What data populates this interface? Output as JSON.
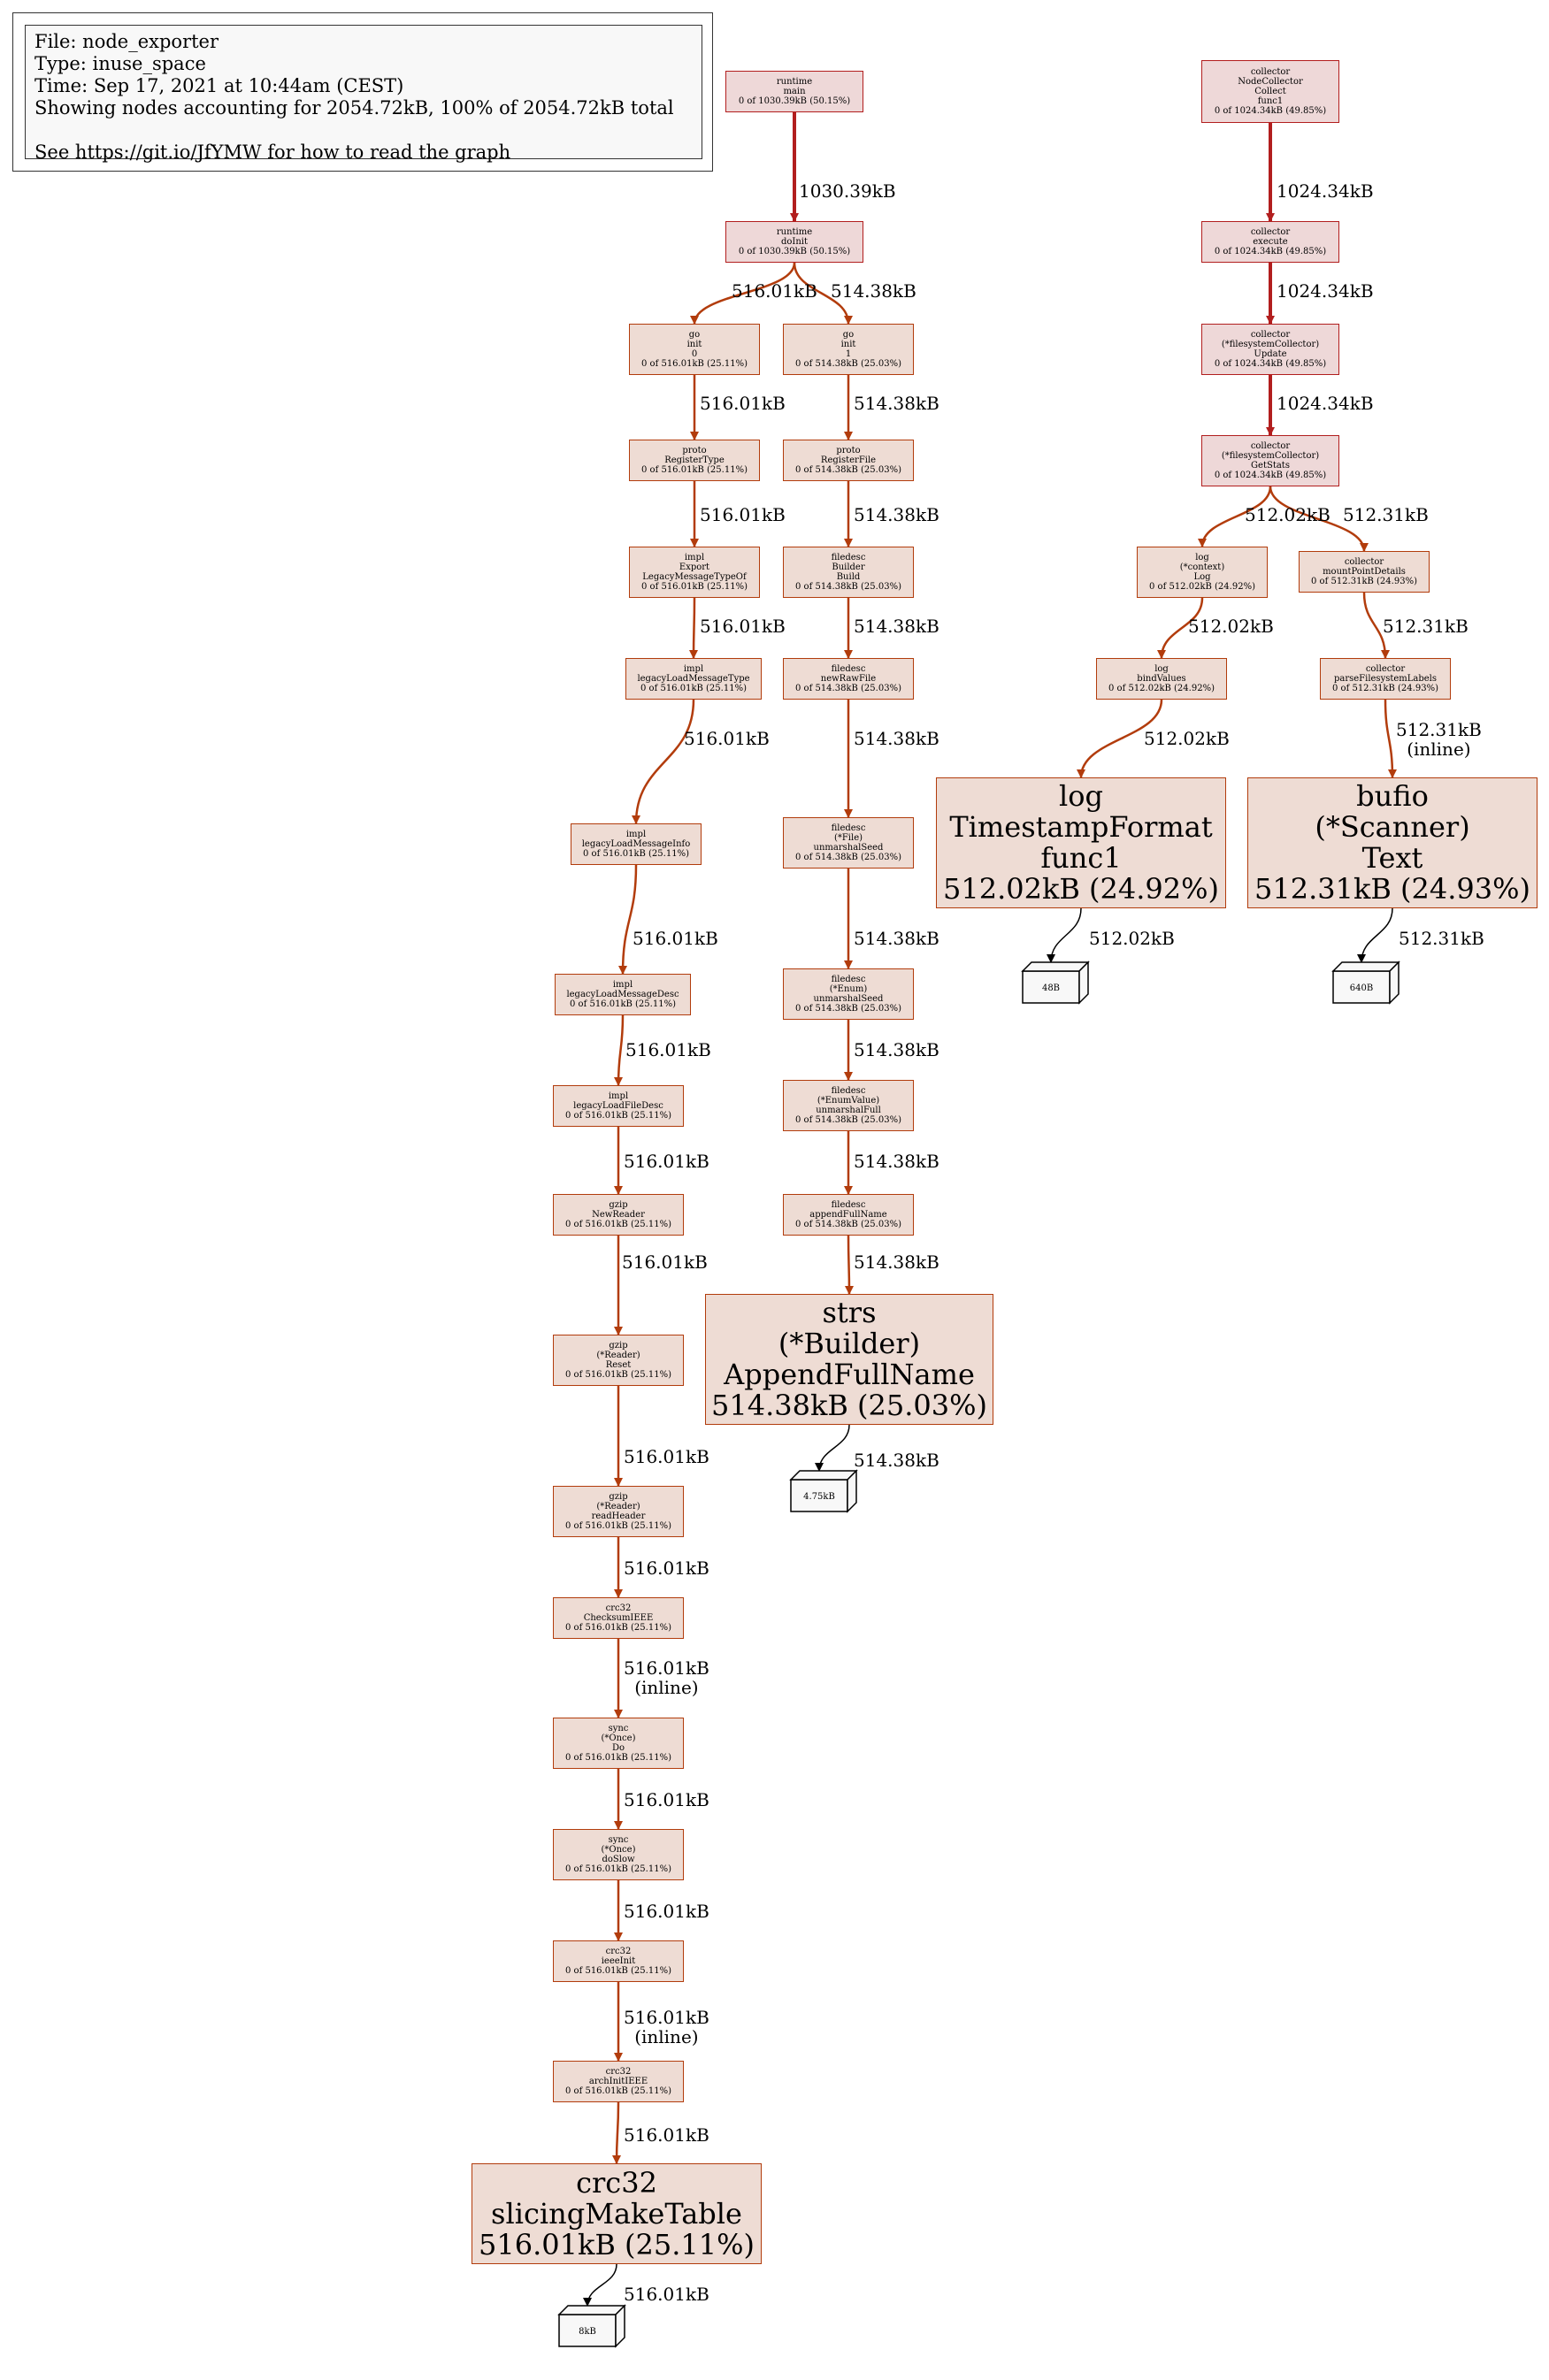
{
  "legend": {
    "file": "File: node_exporter",
    "type": "Type: inuse_space",
    "time": "Time: Sep 17, 2021 at 10:44am (CEST)",
    "showing": "Showing nodes accounting for 2054.72kB, 100% of 2054.72kB total",
    "see": "See https://git.io/JfYMW for how to read the graph"
  },
  "nodes": [
    {
      "id": "runtime_main",
      "lines": [
        "runtime",
        "main",
        "0 of 1030.39kB (50.15%)"
      ]
    },
    {
      "id": "runtime_doInit",
      "lines": [
        "runtime",
        "doInit",
        "0 of 1030.39kB (50.15%)"
      ]
    },
    {
      "id": "go_init0",
      "lines": [
        "go",
        "init",
        "0",
        "0 of 516.01kB (25.11%)"
      ]
    },
    {
      "id": "go_init1",
      "lines": [
        "go",
        "init",
        "1",
        "0 of 514.38kB (25.03%)"
      ]
    },
    {
      "id": "proto_RegisterType",
      "lines": [
        "proto",
        "RegisterType",
        "0 of 516.01kB (25.11%)"
      ]
    },
    {
      "id": "proto_RegisterFile",
      "lines": [
        "proto",
        "RegisterFile",
        "0 of 514.38kB (25.03%)"
      ]
    },
    {
      "id": "impl_Export",
      "lines": [
        "impl",
        "Export",
        "LegacyMessageTypeOf",
        "0 of 516.01kB (25.11%)"
      ]
    },
    {
      "id": "filedesc_Builder",
      "lines": [
        "filedesc",
        "Builder",
        "Build",
        "0 of 514.38kB (25.03%)"
      ]
    },
    {
      "id": "impl_legacyLoadMessageType",
      "lines": [
        "impl",
        "legacyLoadMessageType",
        "0 of 516.01kB (25.11%)"
      ]
    },
    {
      "id": "filedesc_newRawFile",
      "lines": [
        "filedesc",
        "newRawFile",
        "0 of 514.38kB (25.03%)"
      ]
    },
    {
      "id": "impl_legacyLoadMessageInfo",
      "lines": [
        "impl",
        "legacyLoadMessageInfo",
        "0 of 516.01kB (25.11%)"
      ]
    },
    {
      "id": "filedesc_File_unmarshalSeed",
      "lines": [
        "filedesc",
        "(*File)",
        "unmarshalSeed",
        "0 of 514.38kB (25.03%)"
      ]
    },
    {
      "id": "impl_legacyLoadMessageDesc",
      "lines": [
        "impl",
        "legacyLoadMessageDesc",
        "0 of 516.01kB (25.11%)"
      ]
    },
    {
      "id": "filedesc_Enum_unmarshalSeed",
      "lines": [
        "filedesc",
        "(*Enum)",
        "unmarshalSeed",
        "0 of 514.38kB (25.03%)"
      ]
    },
    {
      "id": "impl_legacyLoadFileDesc",
      "lines": [
        "impl",
        "legacyLoadFileDesc",
        "0 of 516.01kB (25.11%)"
      ]
    },
    {
      "id": "filedesc_EnumValue_unmarshalFull",
      "lines": [
        "filedesc",
        "(*EnumValue)",
        "unmarshalFull",
        "0 of 514.38kB (25.03%)"
      ]
    },
    {
      "id": "gzip_NewReader",
      "lines": [
        "gzip",
        "NewReader",
        "0 of 516.01kB (25.11%)"
      ]
    },
    {
      "id": "filedesc_appendFullName",
      "lines": [
        "filedesc",
        "appendFullName",
        "0 of 514.38kB (25.03%)"
      ]
    },
    {
      "id": "strs_AppendFullName",
      "lines": [
        "strs",
        "(*Builder)",
        "AppendFullName",
        "514.38kB (25.03%)"
      ]
    },
    {
      "id": "gzip_Reset",
      "lines": [
        "gzip",
        "(*Reader)",
        "Reset",
        "0 of 516.01kB (25.11%)"
      ]
    },
    {
      "id": "gzip_readHeader",
      "lines": [
        "gzip",
        "(*Reader)",
        "readHeader",
        "0 of 516.01kB (25.11%)"
      ]
    },
    {
      "id": "crc32_ChecksumIEEE",
      "lines": [
        "crc32",
        "ChecksumIEEE",
        "0 of 516.01kB (25.11%)"
      ]
    },
    {
      "id": "sync_Once_Do",
      "lines": [
        "sync",
        "(*Once)",
        "Do",
        "0 of 516.01kB (25.11%)"
      ]
    },
    {
      "id": "sync_Once_doSlow",
      "lines": [
        "sync",
        "(*Once)",
        "doSlow",
        "0 of 516.01kB (25.11%)"
      ]
    },
    {
      "id": "crc32_ieeeInit",
      "lines": [
        "crc32",
        "ieeeInit",
        "0 of 516.01kB (25.11%)"
      ]
    },
    {
      "id": "crc32_archInitIEEE",
      "lines": [
        "crc32",
        "archInitIEEE",
        "0 of 516.01kB (25.11%)"
      ]
    },
    {
      "id": "crc32_slicingMakeTable",
      "lines": [
        "crc32",
        "slicingMakeTable",
        "516.01kB (25.11%)"
      ]
    },
    {
      "id": "collector_func1",
      "lines": [
        "collector",
        "NodeCollector",
        "Collect",
        "func1",
        "0 of 1024.34kB (49.85%)"
      ]
    },
    {
      "id": "collector_execute",
      "lines": [
        "collector",
        "execute",
        "0 of 1024.34kB (49.85%)"
      ]
    },
    {
      "id": "collector_Update",
      "lines": [
        "collector",
        "(*filesystemCollector)",
        "Update",
        "0 of 1024.34kB (49.85%)"
      ]
    },
    {
      "id": "collector_GetStats",
      "lines": [
        "collector",
        "(*filesystemCollector)",
        "GetStats",
        "0 of 1024.34kB (49.85%)"
      ]
    },
    {
      "id": "log_context_Log",
      "lines": [
        "log",
        "(*context)",
        "Log",
        "0 of 512.02kB (24.92%)"
      ]
    },
    {
      "id": "collector_mountPointDetails",
      "lines": [
        "collector",
        "mountPointDetails",
        "0 of 512.31kB (24.93%)"
      ]
    },
    {
      "id": "log_bindValues",
      "lines": [
        "log",
        "bindValues",
        "0 of 512.02kB (24.92%)"
      ]
    },
    {
      "id": "collector_parseFilesystemLabels",
      "lines": [
        "collector",
        "parseFilesystemLabels",
        "0 of 512.31kB (24.93%)"
      ]
    },
    {
      "id": "log_TimestampFormat",
      "lines": [
        "log",
        "TimestampFormat",
        "func1",
        "512.02kB (24.92%)"
      ]
    },
    {
      "id": "bufio_Scanner_Text",
      "lines": [
        "bufio",
        "(*Scanner)",
        "Text",
        "512.31kB (24.93%)"
      ]
    }
  ],
  "edges": [
    {
      "id": "e_main_doInit",
      "label": "1030.39kB"
    },
    {
      "id": "e_doInit_init0",
      "label": "516.01kB"
    },
    {
      "id": "e_doInit_init1",
      "label": "514.38kB"
    },
    {
      "id": "e_init0_regType",
      "label": "516.01kB"
    },
    {
      "id": "e_regType_export",
      "label": "516.01kB"
    },
    {
      "id": "e_export_lmt",
      "label": "516.01kB"
    },
    {
      "id": "e_lmt_lmi",
      "label": "516.01kB"
    },
    {
      "id": "e_lmi_lmd",
      "label": "516.01kB"
    },
    {
      "id": "e_lmd_lfd",
      "label": "516.01kB"
    },
    {
      "id": "e_lfd_gnr",
      "label": "516.01kB"
    },
    {
      "id": "e_gnr_reset",
      "label": "516.01kB"
    },
    {
      "id": "e_reset_rh",
      "label": "516.01kB"
    },
    {
      "id": "e_rh_cks",
      "label": "516.01kB"
    },
    {
      "id": "e_cks_do",
      "label": "516.01kB",
      "label2": "(inline)"
    },
    {
      "id": "e_do_doslow",
      "label": "516.01kB"
    },
    {
      "id": "e_doslow_ieee",
      "label": "516.01kB"
    },
    {
      "id": "e_ieee_arch",
      "label": "516.01kB",
      "label2": "(inline)"
    },
    {
      "id": "e_arch_slicing",
      "label": "516.01kB"
    },
    {
      "id": "e_slicing_cube",
      "label": "516.01kB"
    },
    {
      "id": "e_init1_regFile",
      "label": "514.38kB"
    },
    {
      "id": "e_regFile_build",
      "label": "514.38kB"
    },
    {
      "id": "e_build_rawfile",
      "label": "514.38kB"
    },
    {
      "id": "e_rawfile_fileseed",
      "label": "514.38kB"
    },
    {
      "id": "e_fileseed_enumseed",
      "label": "514.38kB"
    },
    {
      "id": "e_enumseed_enumval",
      "label": "514.38kB"
    },
    {
      "id": "e_enumval_afn",
      "label": "514.38kB"
    },
    {
      "id": "e_afn_strs",
      "label": "514.38kB"
    },
    {
      "id": "e_strs_cube",
      "label": "514.38kB"
    },
    {
      "id": "e_func1_execute",
      "label": "1024.34kB"
    },
    {
      "id": "e_execute_update",
      "label": "1024.34kB"
    },
    {
      "id": "e_update_getstats",
      "label": "1024.34kB"
    },
    {
      "id": "e_getstats_log",
      "label": "512.02kB"
    },
    {
      "id": "e_getstats_mpd",
      "label": "512.31kB"
    },
    {
      "id": "e_log_bind",
      "label": "512.02kB"
    },
    {
      "id": "e_mpd_pfl",
      "label": "512.31kB"
    },
    {
      "id": "e_bind_ts",
      "label": "512.02kB"
    },
    {
      "id": "e_pfl_bufio",
      "label": "512.31kB",
      "label2": "(inline)"
    },
    {
      "id": "e_ts_cube",
      "label": "512.02kB"
    },
    {
      "id": "e_bufio_cube",
      "label": "512.31kB"
    }
  ],
  "cubes": [
    {
      "id": "cube_slicing",
      "label": "8kB"
    },
    {
      "id": "cube_strs",
      "label": "4.75kB"
    },
    {
      "id": "cube_ts",
      "label": "48B"
    },
    {
      "id": "cube_bufio",
      "label": "640B"
    }
  ],
  "colors": {
    "node_fill": "#eedcd4",
    "node_border": "#b23c0c",
    "hot_fill": "#eed8d8",
    "hot_border": "#b21e1e",
    "edge_hot": "#b21e1e",
    "edge": "#b23c0c",
    "edge_leaf": "#000000",
    "legend_fill": "#f8f8f8"
  }
}
